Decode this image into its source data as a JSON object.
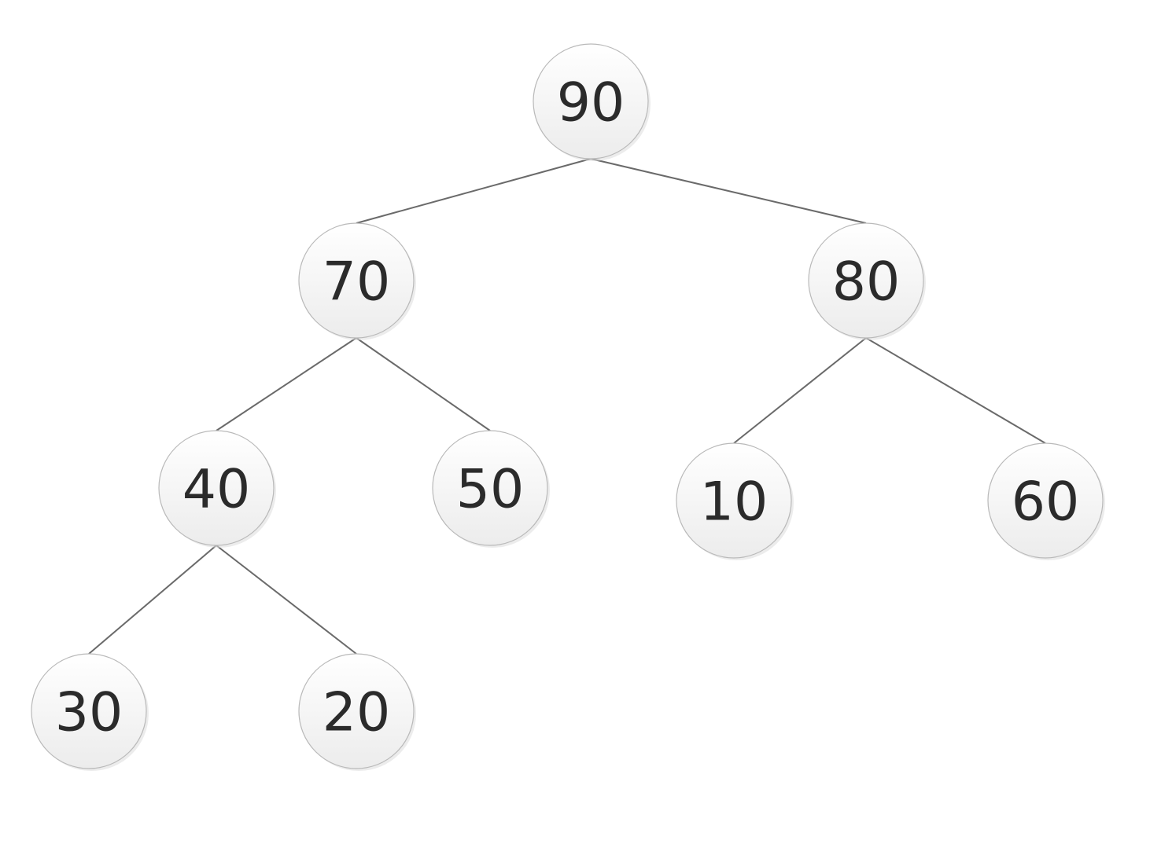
{
  "tree": {
    "root": "n90",
    "nodes": [
      {
        "id": "n90",
        "label": "90",
        "children": [
          "n70",
          "n80"
        ]
      },
      {
        "id": "n70",
        "label": "70",
        "children": [
          "n40",
          "n50"
        ]
      },
      {
        "id": "n80",
        "label": "80",
        "children": [
          "n10",
          "n60"
        ]
      },
      {
        "id": "n40",
        "label": "40",
        "children": [
          "n30",
          "n20"
        ]
      },
      {
        "id": "n50",
        "label": "50",
        "children": []
      },
      {
        "id": "n10",
        "label": "10",
        "children": []
      },
      {
        "id": "n60",
        "label": "60",
        "children": []
      },
      {
        "id": "n30",
        "label": "30",
        "children": []
      },
      {
        "id": "n20",
        "label": "20",
        "children": []
      }
    ]
  },
  "colors": {
    "edge": "#6a6a6a",
    "node_fill_top": "#ffffff",
    "node_fill_bottom": "#ececec",
    "node_border": "#b9b9b9",
    "label": "#2b2b2b"
  }
}
